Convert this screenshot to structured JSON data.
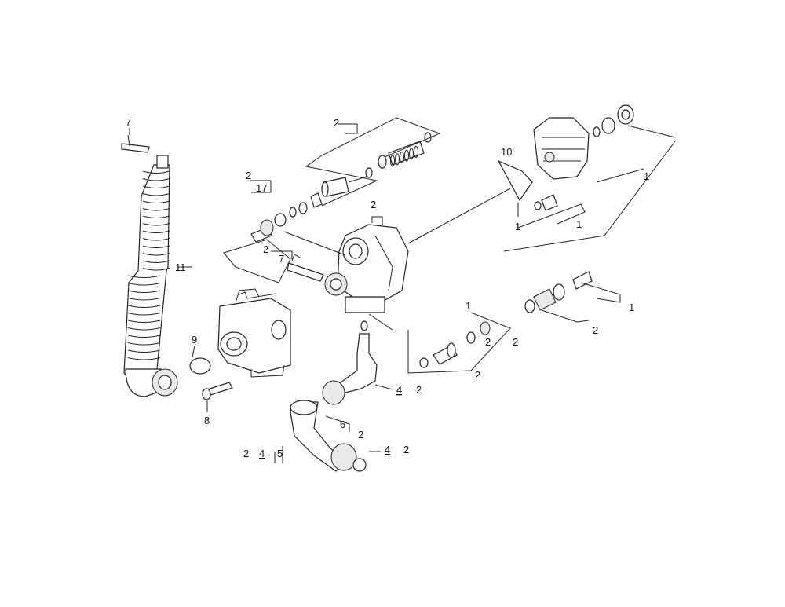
{
  "labels": {
    "l_7_top": "7",
    "l_11": "11",
    "l_9": "9",
    "l_8": "8",
    "l_2_a": "2",
    "l_17": "17",
    "l_2_b": "2",
    "l_2_c": "2",
    "l_7_mid": "7",
    "l_2_d": "2",
    "l_10": "10",
    "l_1_a": "1",
    "l_1_b": "1",
    "l_1_c": "1",
    "l_1_d": "1",
    "l_1_e": "1",
    "l_2_e": "2",
    "l_2_f": "2",
    "l_2_g": "2",
    "l_2_h": "2",
    "l_4_a": "4",
    "l_2_i": "2",
    "l_6": "6",
    "l_2_j": "2",
    "l_2_k": "2",
    "l_4_b": "4",
    "l_5": "5",
    "l_4_c": "4",
    "l_2_l": "2"
  }
}
